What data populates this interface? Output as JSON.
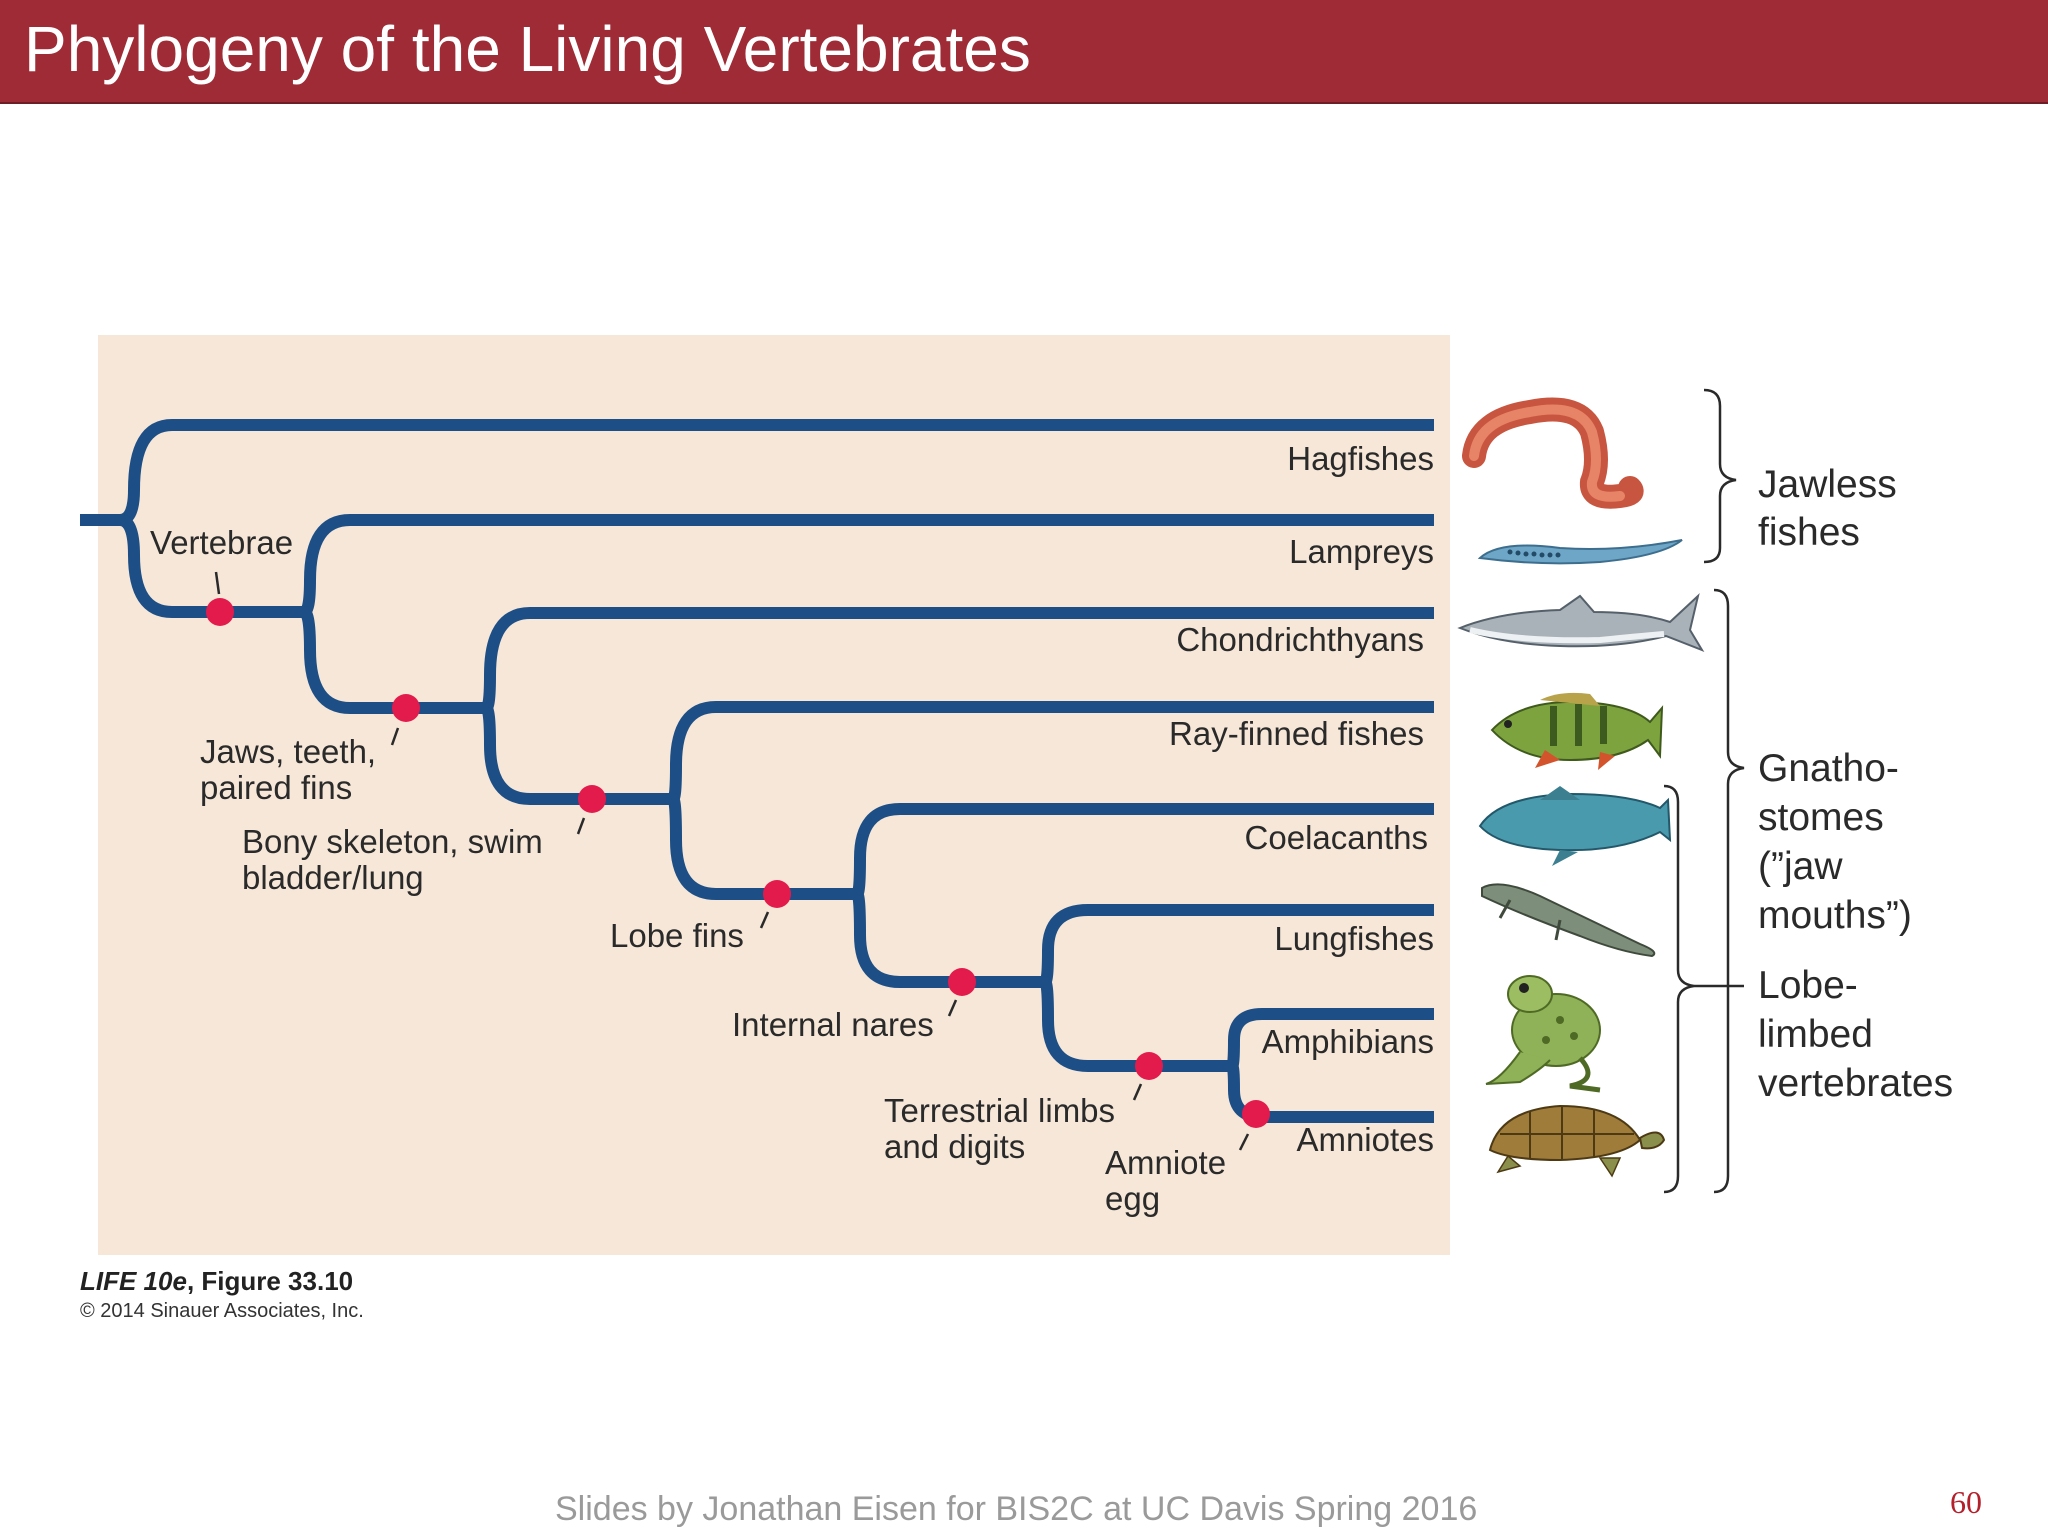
{
  "slide": {
    "title": "Phylogeny of the Living Vertebrates",
    "footer": "Slides by Jonathan Eisen for BIS2C at UC Davis Spring 2016",
    "page_number": "60"
  },
  "figure": {
    "background_color": "#f6e7d8",
    "branch_color": "#1d4f86",
    "node_color": "#e31b4d",
    "taxa": [
      "Hagfishes",
      "Lampreys",
      "Chondrichthyans",
      "Ray-finned fishes",
      "Coelacanths",
      "Lungfishes",
      "Amphibians",
      "Amniotes"
    ],
    "traits": [
      [
        "Vertebrae"
      ],
      [
        "Jaws, teeth,",
        "paired fins"
      ],
      [
        "Bony skeleton, swim",
        "bladder/lung"
      ],
      [
        "Lobe fins"
      ],
      [
        "Internal nares"
      ],
      [
        "Terrestrial limbs",
        "and digits"
      ],
      [
        "Amniote",
        "egg"
      ]
    ],
    "groups": [
      [
        "Jawless",
        "fishes"
      ],
      [
        "Gnatho-",
        "stomes",
        "(”jaw",
        "mouths”)"
      ],
      [
        "Lobe-",
        "limbed",
        "vertebrates"
      ]
    ],
    "animal_icons": [
      "hagfish-icon",
      "lamprey-icon",
      "shark-icon",
      "perch-icon",
      "coelacanth-icon",
      "lungfish-icon",
      "frog-icon",
      "turtle-icon"
    ],
    "credit_book": "LIFE 10e",
    "credit_figure": ", Figure 33.10",
    "credit_copyright": "© 2014 Sinauer Associates, Inc."
  }
}
